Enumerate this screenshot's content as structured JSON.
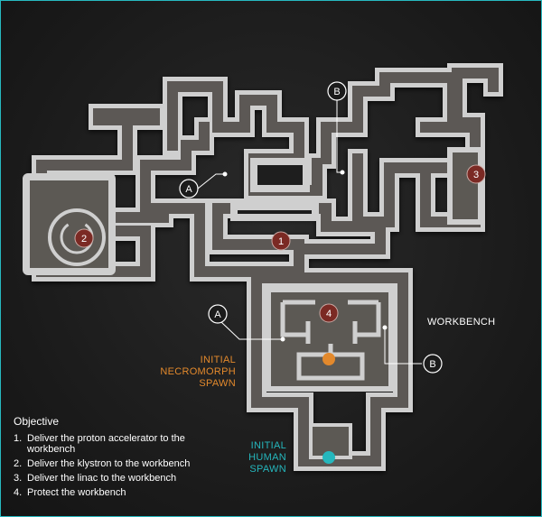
{
  "labels": {
    "workbench": "WORKBENCH",
    "necro_spawn": [
      "INITIAL",
      "NECROMORPH",
      "SPAWN"
    ],
    "human_spawn": [
      "INITIAL",
      "HUMAN",
      "SPAWN"
    ]
  },
  "markers": {
    "m1": "1",
    "m2": "2",
    "m3": "3",
    "m4": "4",
    "a": "A",
    "b": "B"
  },
  "objective": {
    "title": "Objective",
    "items": [
      {
        "num": "1.",
        "lines": [
          "Deliver the proton accelerator to the",
          "workbench"
        ]
      },
      {
        "num": "2.",
        "lines": [
          "Deliver the klystron to the workbench"
        ]
      },
      {
        "num": "3.",
        "lines": [
          "Deliver the linac to the workbench"
        ]
      },
      {
        "num": "4.",
        "lines": [
          "Protect the workbench"
        ]
      }
    ]
  },
  "colors": {
    "background": "#1b1b1b",
    "wall": "#d2d2d2",
    "floor": "#5d5a55",
    "marker": "#7b2a24",
    "necro": "#e3892c",
    "human": "#25b7bd",
    "border": "#27b9c0"
  }
}
